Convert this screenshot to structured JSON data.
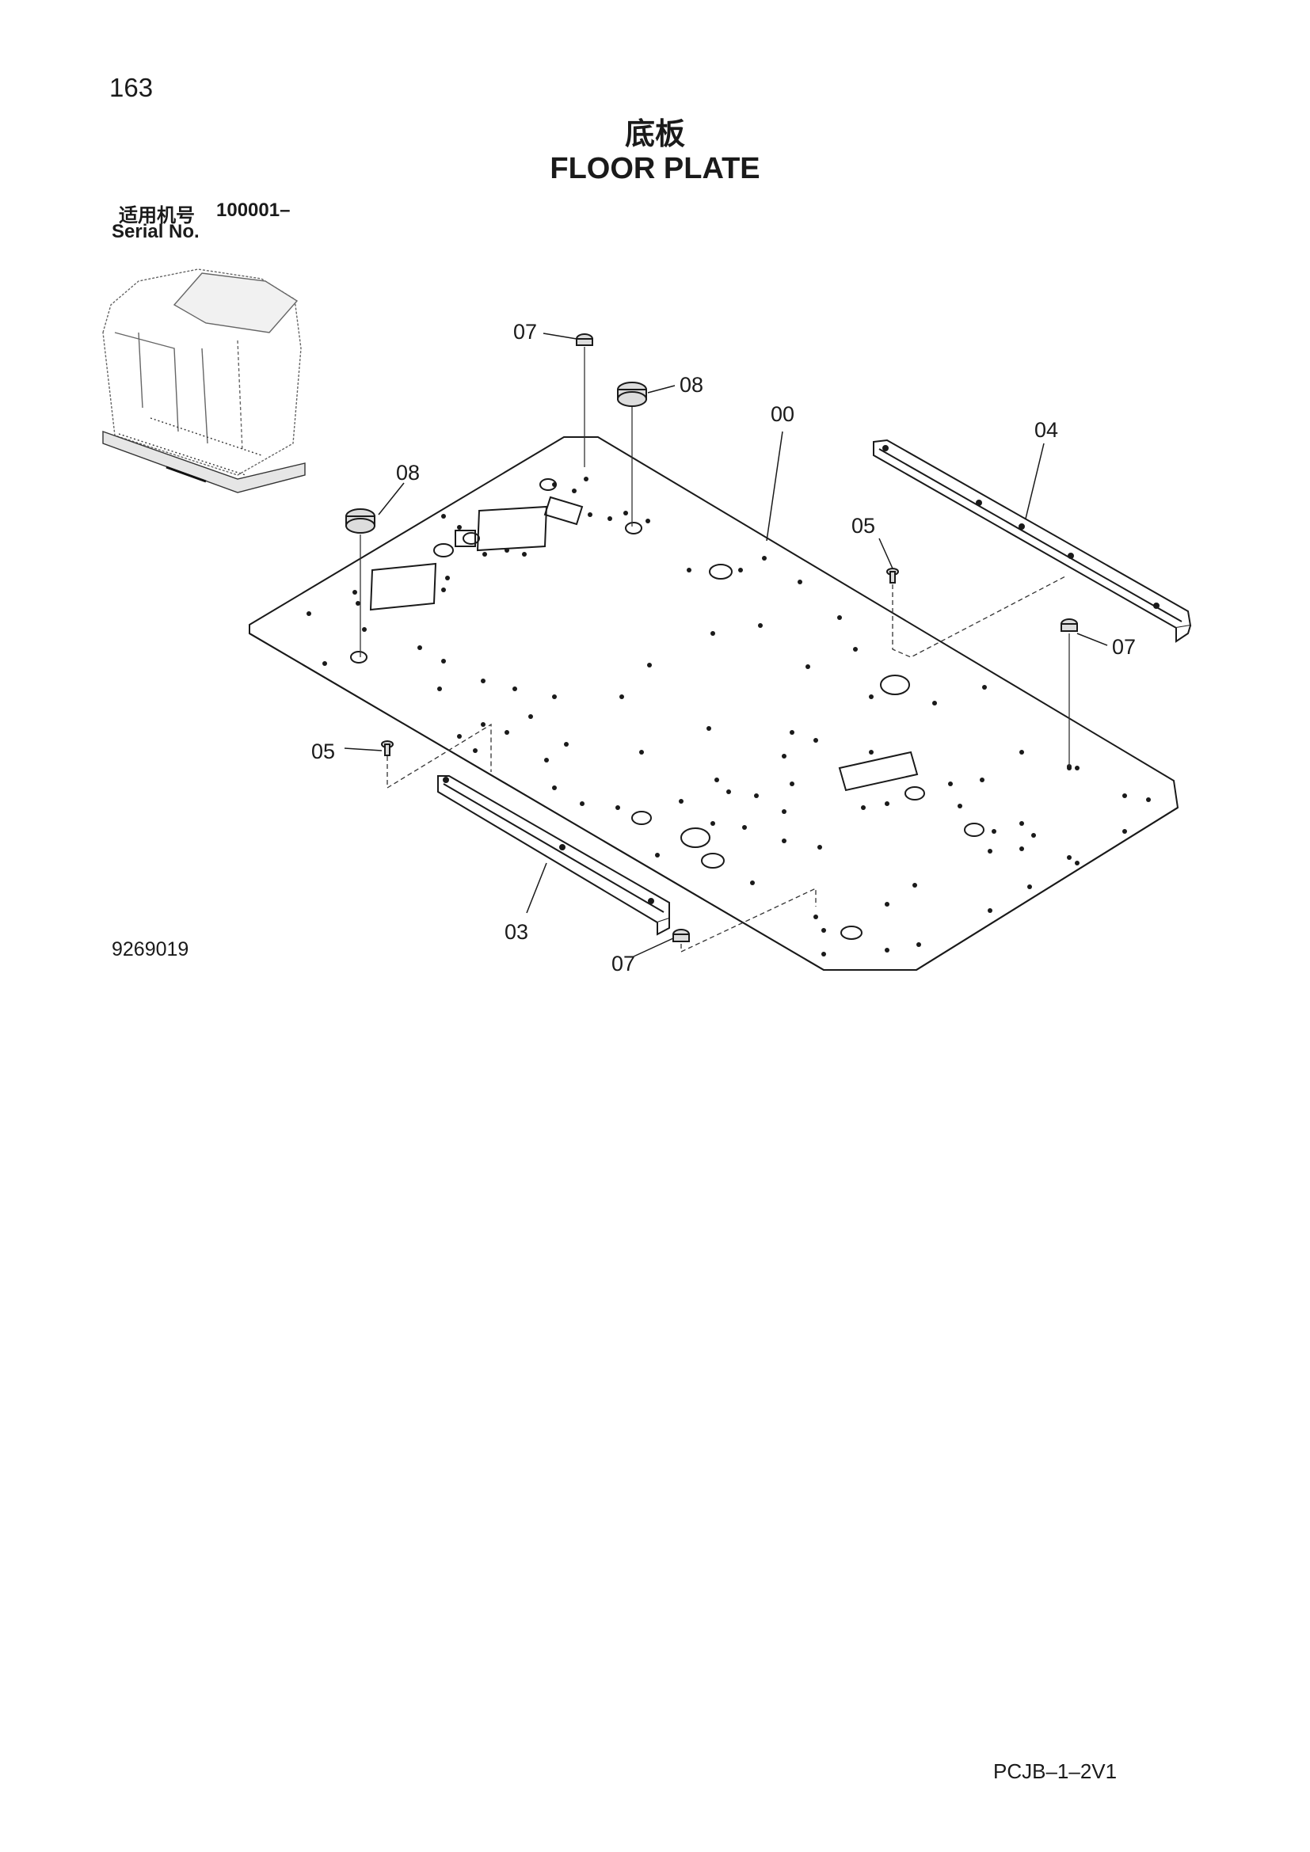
{
  "header": {
    "page_number": "163",
    "title_cn": "底板",
    "title_en": "FLOOR PLATE"
  },
  "serial": {
    "label_cn": "适用机号",
    "range": "100001–",
    "label_en": "Serial No."
  },
  "callouts": {
    "c07_top": "07",
    "c08_top": "08",
    "c00": "00",
    "c04": "04",
    "c08_left": "08",
    "c05_right": "05",
    "c07_right": "07",
    "c05_left": "05",
    "c03": "03",
    "c07_bottom": "07"
  },
  "footer": {
    "figure_number": "9269019",
    "doc_code": "PCJB–1–2V1"
  }
}
